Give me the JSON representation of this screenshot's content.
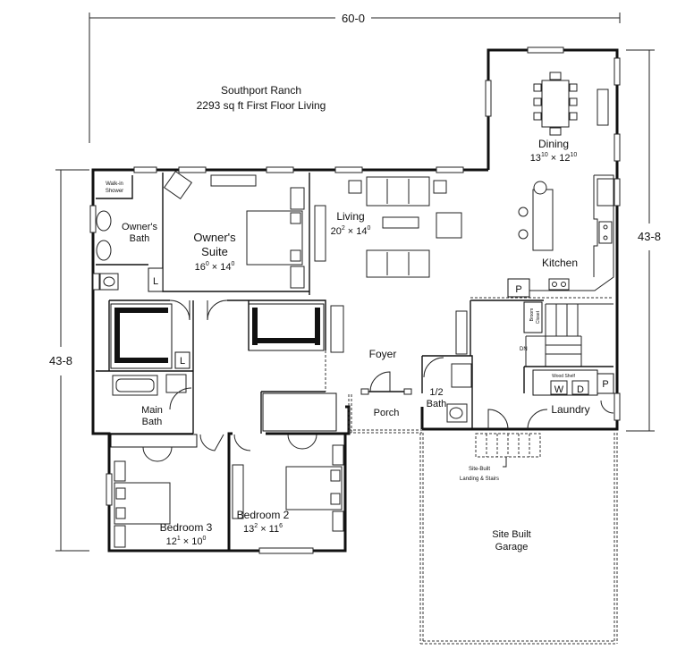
{
  "plan": {
    "title": "Southport Ranch",
    "subtitle": "2293 sq ft First Floor Living"
  },
  "dimensions": {
    "top_width": "60-0",
    "left_depth": "43-8",
    "right_depth": "43-8"
  },
  "rooms": {
    "dining": {
      "name": "Dining",
      "size_main": "13",
      "size_sup1": "10",
      "size_x": " × 12",
      "size_sup2": "10"
    },
    "living": {
      "name": "Living",
      "size_main": "20",
      "size_sup1": "2",
      "size_x": " × 14",
      "size_sup2": "0"
    },
    "kitchen": {
      "name": "Kitchen"
    },
    "owners_suite": {
      "name_line1": "Owner's",
      "name_line2": "Suite",
      "size_main": "16",
      "size_sup1": "0",
      "size_x": " × 14",
      "size_sup2": "0"
    },
    "owners_bath": {
      "name_line1": "Owner's",
      "name_line2": "Bath"
    },
    "walk_in_shower": {
      "line1": "Walk-in",
      "line2": "Shower"
    },
    "foyer": {
      "name": "Foyer"
    },
    "porch": {
      "name": "Porch"
    },
    "half_bath": {
      "name_line1": "1/2",
      "name_line2": "Bath"
    },
    "laundry": {
      "name": "Laundry"
    },
    "main_bath": {
      "name_line1": "Main",
      "name_line2": "Bath"
    },
    "bedroom2": {
      "name": "Bedroom 2",
      "size_main": "13",
      "size_sup1": "2",
      "size_x": " × 11",
      "size_sup2": "6"
    },
    "bedroom3": {
      "name": "Bedroom 3",
      "size_main": "12",
      "size_sup1": "1",
      "size_x": " × 10",
      "size_sup2": "0"
    },
    "garage": {
      "name_line1": "Site Built",
      "name_line2": "Garage"
    }
  },
  "labels": {
    "broom_closet_1": "Broom",
    "broom_closet_2": "Closet",
    "down": "DN",
    "wood_shelf": "Wood Shelf",
    "washer": "W",
    "dryer": "D",
    "pantry": "P",
    "pantry_kitchen": "P",
    "linen_1": "L",
    "linen_2": "L",
    "stairs_line1": "Site-Built",
    "stairs_line2": "Landing & Stairs"
  }
}
